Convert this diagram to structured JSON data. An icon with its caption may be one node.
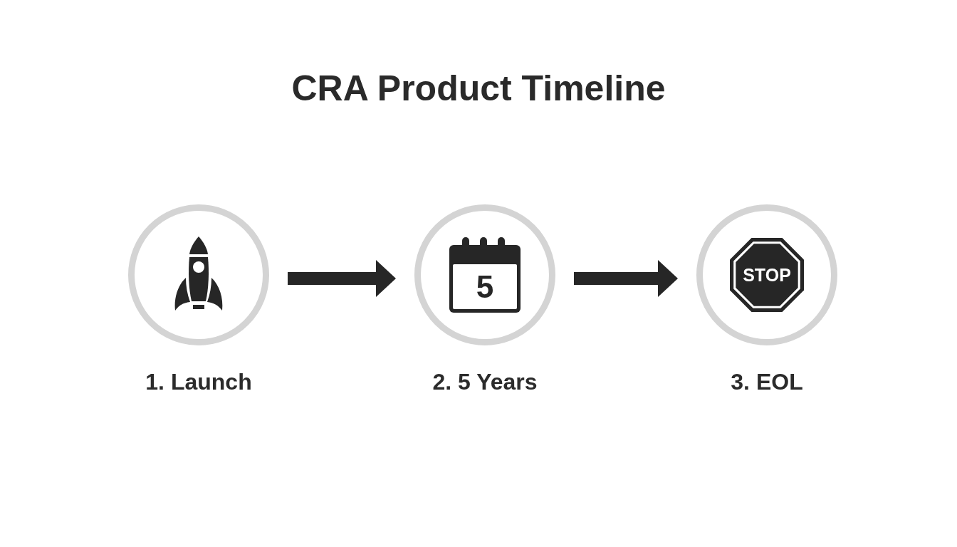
{
  "diagram": {
    "title": "CRA Product Timeline",
    "nodes": [
      {
        "text": [
          "1. Launch"
        ]
      },
      {
        "text": [
          "5",
          "2. 5 Years"
        ]
      },
      {
        "text": [
          "STOP",
          "3. EOL"
        ]
      }
    ],
    "edges": [
      {
        "from": 0,
        "to": 1,
        "arrow": "to"
      },
      {
        "from": 1,
        "to": 2,
        "arrow": "to"
      }
    ]
  }
}
